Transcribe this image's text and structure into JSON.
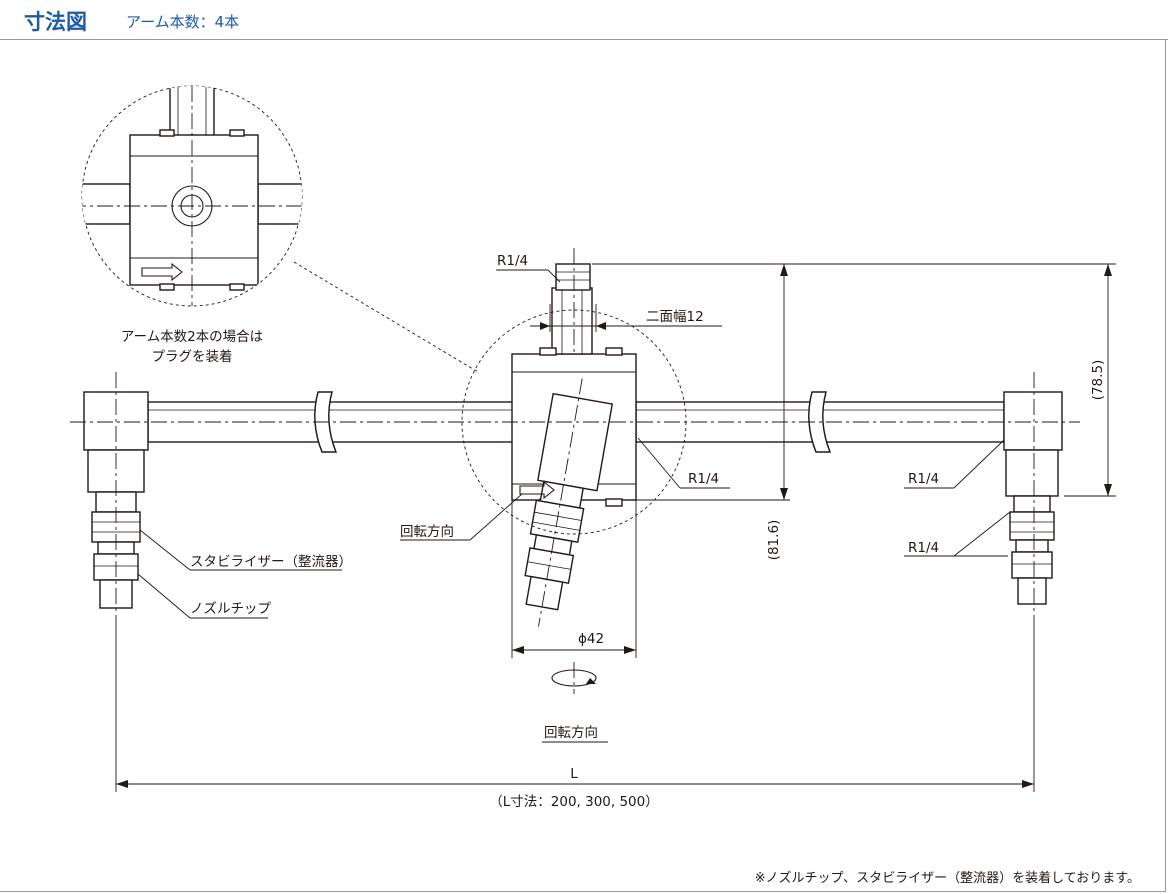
{
  "header": {
    "title": "寸法図",
    "subtitle": "アーム本数：4本"
  },
  "drawing": {
    "detail_note_line1": "アーム本数2本の場合は",
    "detail_note_line2": "プラグを装着",
    "label_r14_top": "R1/4",
    "label_width_across_flats": "二面幅12",
    "label_r14_center": "R1/4",
    "label_r14_right_upper": "R1/4",
    "label_r14_right_lower": "R1/4",
    "label_rotation_dir_left": "回転方向",
    "label_rotation_dir_bottom": "回転方向",
    "label_stabilizer": "スタビライザー（整流器）",
    "label_nozzle_tip": "ノズルチップ",
    "dim_phi42": "ϕ42",
    "dim_78_5": "(78.5)",
    "dim_81_6": "(81.6)",
    "dim_L": "L",
    "dim_L_values": "（L寸法：200, 300, 500）",
    "footnote": "※ノズルチップ、スタビライザー（整流器）を装着しております。"
  }
}
